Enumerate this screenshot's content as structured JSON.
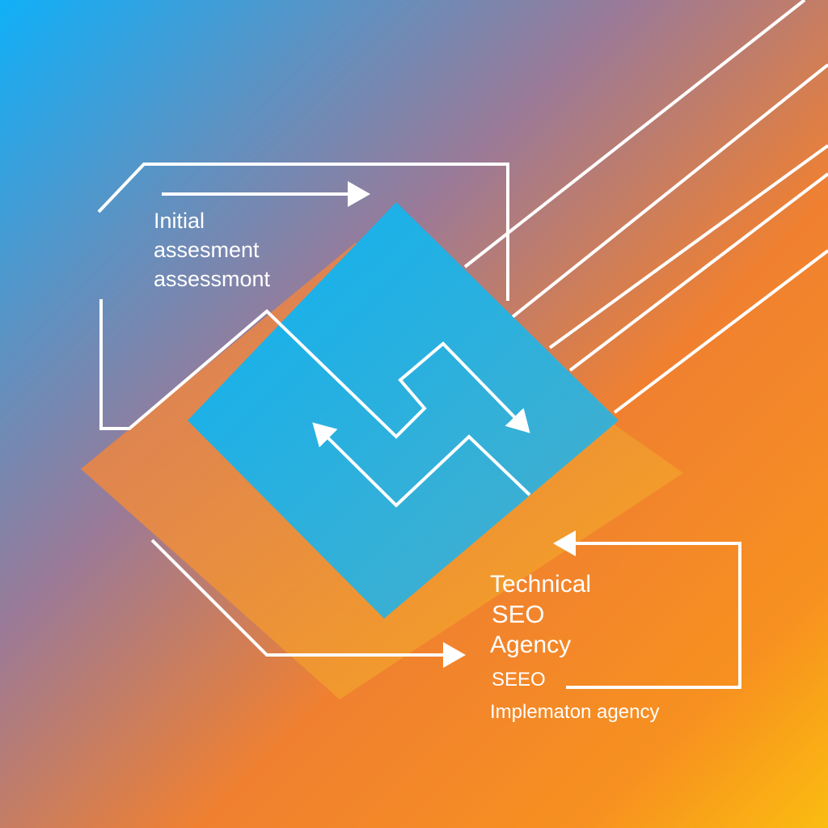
{
  "top_label": {
    "line1": "Initial",
    "line2": "assesment",
    "line3": "assessmont"
  },
  "bottom_label": {
    "line1": "Technical",
    "line2": "SEO",
    "line3": "Agency",
    "line4": "SEEO",
    "line5": "Implematon agency"
  },
  "colors": {
    "bg_blue": "#18a8f0",
    "bg_mid": "#9c7a96",
    "bg_orange": "#f28228",
    "bg_yellow": "#fbb812",
    "diamond_blue": "#12b0f0",
    "diamond_orange": "#f59a2a",
    "line": "#ffffff"
  }
}
